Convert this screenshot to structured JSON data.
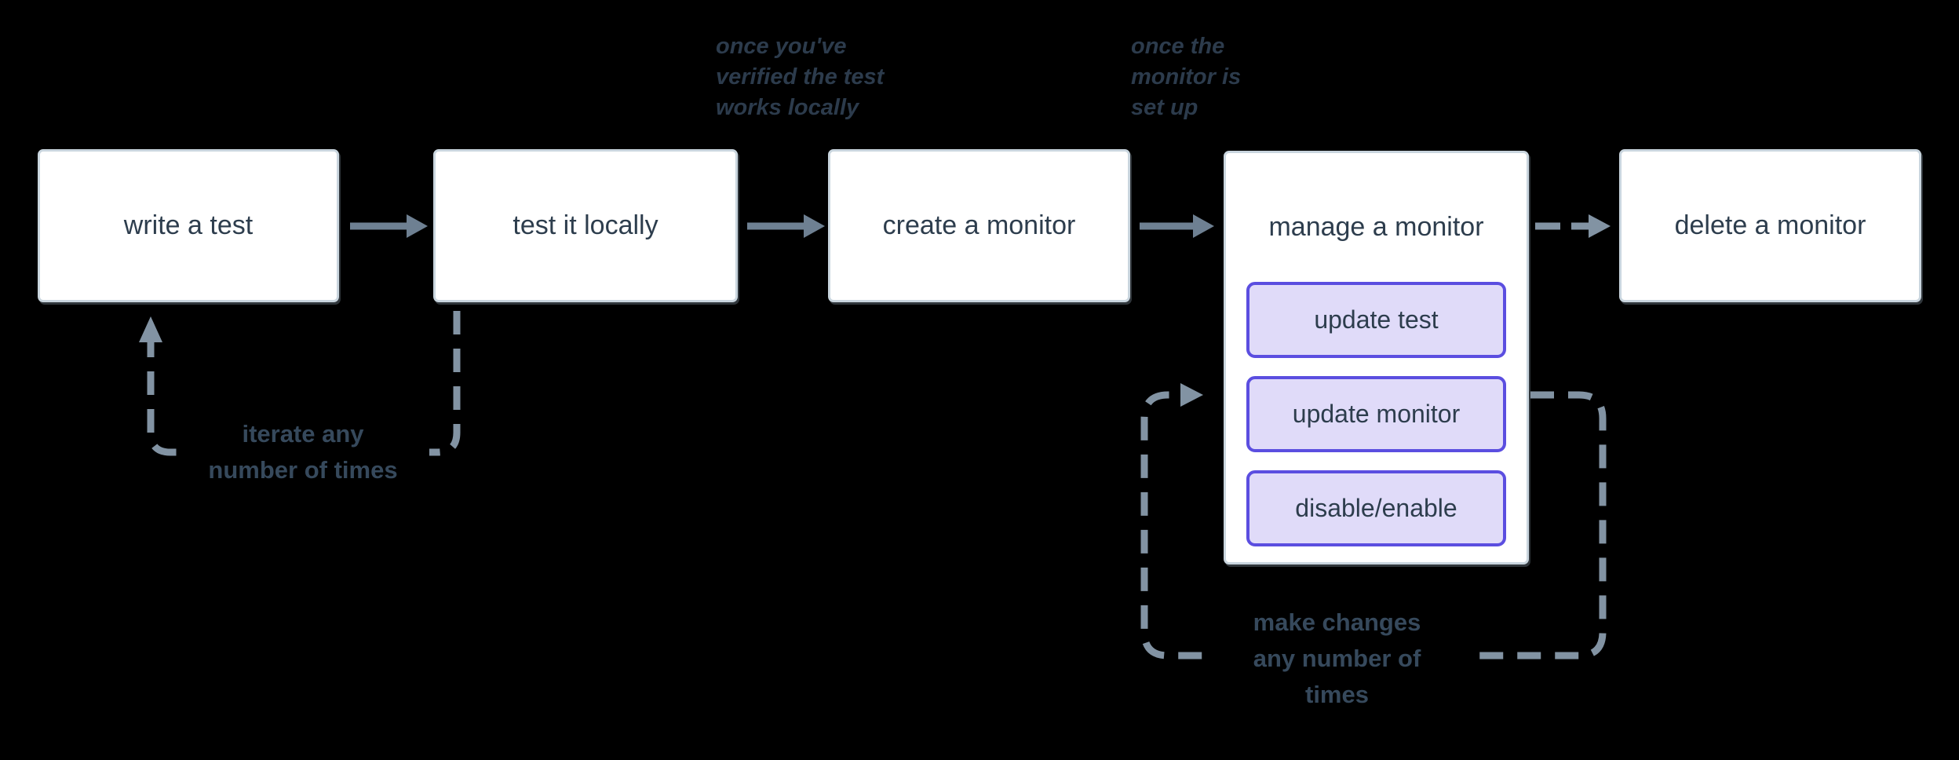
{
  "diagram_title": "monitor workflow flowchart",
  "nodes": [
    {
      "label": "write a test"
    },
    {
      "label": "test it locally"
    },
    {
      "label": "create a monitor"
    },
    {
      "label": "manage a monitor",
      "children": [
        "update test",
        "update monitor",
        "disable/enable"
      ]
    },
    {
      "label": "delete a monitor"
    }
  ],
  "annotations": {
    "once_verified": "once you've\nverified the test\nworks locally",
    "once_setup": "once the\nmonitor is\nset up",
    "iterate_loop": "iterate any\nnumber of times",
    "changes_loop": "make changes\nany number of\ntimes"
  },
  "colors": {
    "background": "#000000",
    "node_border": "#c9d5de",
    "node_fill": "#ffffff",
    "node_text": "#2d3d4d",
    "arrow": "#6e8092",
    "dashed": "#8293a3",
    "button_border": "#5b4ee0",
    "button_fill": "#e0dbf9",
    "annotation_text": "#2c3b4c",
    "loop_label_text": "#36495c"
  }
}
